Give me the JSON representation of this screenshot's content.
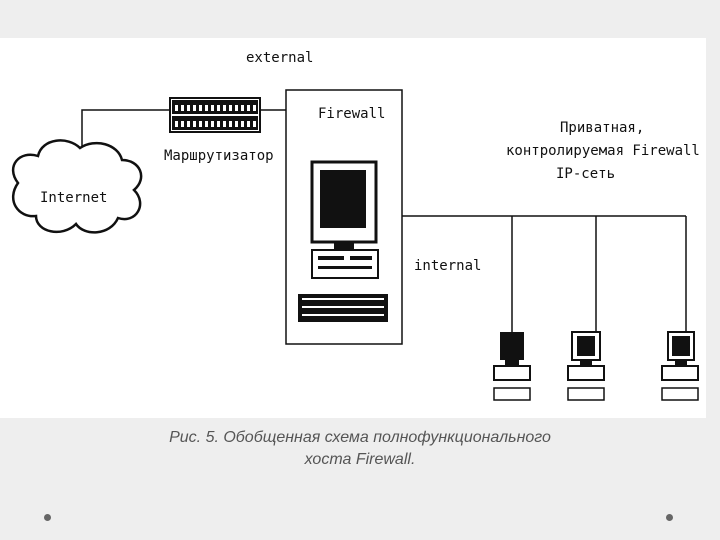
{
  "diagram": {
    "labels": {
      "external": "external",
      "firewall": "Firewall",
      "router": "Маршрутизатор",
      "internet": "Internet",
      "internal": "internal",
      "private_net": [
        "Приватная,",
        "контролируемая Firewall",
        "IP-сеть"
      ]
    }
  },
  "caption": {
    "line1": "Рис. 5. Обобщенная схема полнофункционального",
    "line2": "хоста Firewall."
  },
  "colors": {
    "page_background": "#eeeeee",
    "diagram_background": "#ffffff",
    "ink": "#111111",
    "caption_text": "#555555"
  }
}
